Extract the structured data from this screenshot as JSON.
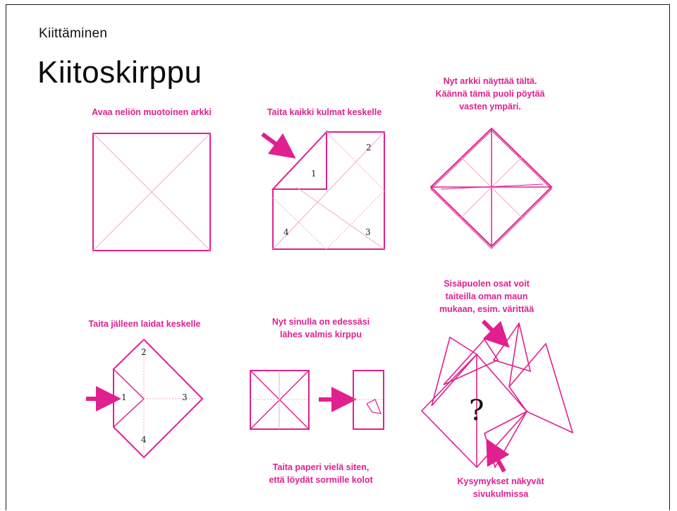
{
  "header": {
    "category": "Kiittäminen",
    "title": "Kiitoskirppu"
  },
  "steps": {
    "step1": "Avaa neliön muotoinen arkki",
    "step2": "Taita kaikki kulmat keskelle",
    "step3": "Nyt arkki näyttää tältä.\nKäännä tämä puoli pöytää\nvasten ympäri.",
    "step4": "Taita jälleen laidat keskelle",
    "step5": "Nyt sinulla on edessäsi\nlähes valmis kirppu",
    "step6": "Taita paperi vielä siten,\nettä löydät sormille kolot",
    "step7": "Sisäpuolen osat voit\ntaiteilla oman maun\nmukaan, esim. värittää",
    "step8": "Kysymykset näkyvät\nsivukulmissa"
  },
  "numbers": {
    "n1": "1",
    "n2": "2",
    "n3": "3",
    "n4": "4"
  },
  "question_mark": "?",
  "colors": {
    "accent": "#e0208f",
    "fold_line": "#f2a8cf",
    "text": "#111111"
  }
}
